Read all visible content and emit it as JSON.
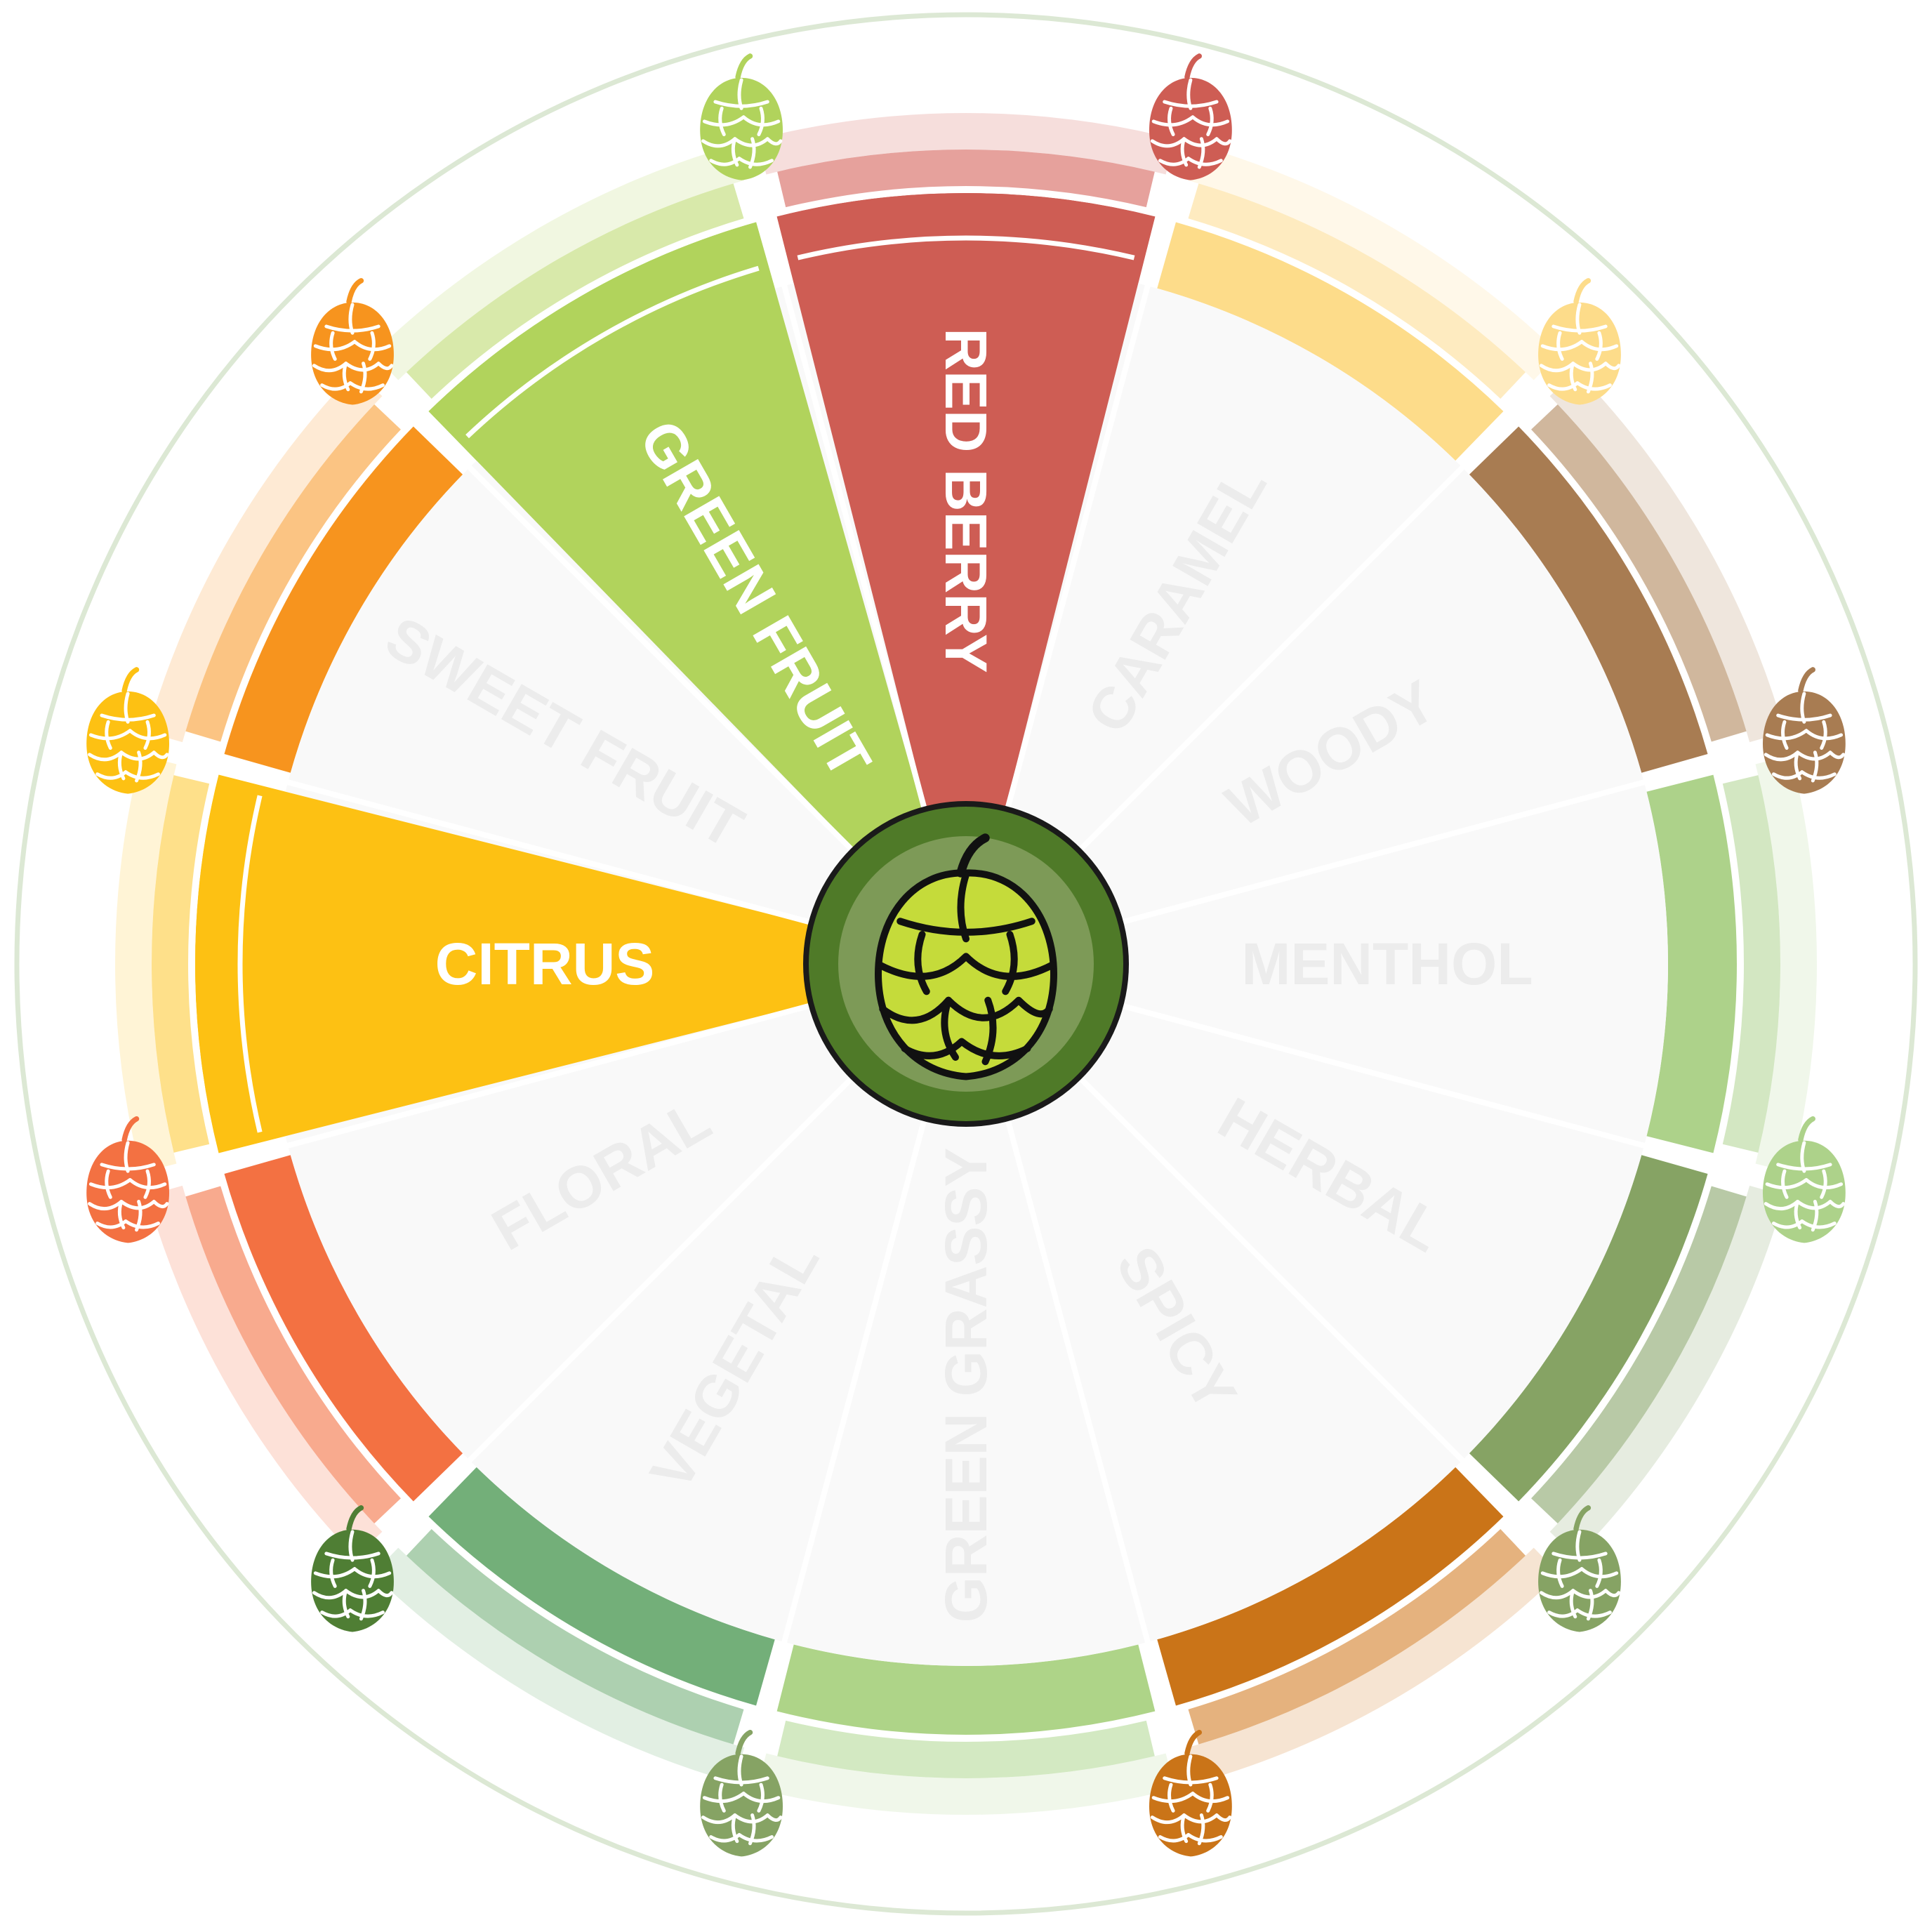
{
  "chart_data": {
    "type": "pie",
    "segments": [
      {
        "label": "CITRUS",
        "value": 1,
        "color": "#FDC113",
        "outer": "#FEE08A",
        "highlighted": true,
        "length": "short"
      },
      {
        "label": "SWEET FRUIT",
        "value": 1,
        "color": "#F7941E",
        "outer": "#FBC483",
        "highlighted": false,
        "length": "long"
      },
      {
        "label": "GREEN FRUIT",
        "value": 1,
        "color": "#B1D35C",
        "outer": "#D8E9AA",
        "highlighted": true,
        "length": "short"
      },
      {
        "label": "RED BERRY",
        "value": 1,
        "color": "#CE5D54",
        "outer": "#E6A19C",
        "highlighted": true,
        "length": "long"
      },
      {
        "label": "CARAMEL",
        "value": 1,
        "color": "#FDDC8A",
        "outer": "#FEEBC0",
        "highlighted": false,
        "length": "short"
      },
      {
        "label": "WOODY",
        "value": 1,
        "color": "#A87C52",
        "outer": "#D0B79D",
        "highlighted": false,
        "length": "short"
      },
      {
        "label": "MENTHOL",
        "value": 1,
        "color": "#ADD28A",
        "outer": "#D3E7C2",
        "highlighted": false,
        "length": "short"
      },
      {
        "label": "HERBAL",
        "value": 1,
        "color": "#86A364",
        "outer": "#B8C9A6",
        "highlighted": false,
        "length": "short"
      },
      {
        "label": "SPICY",
        "value": 1,
        "color": "#CA7418",
        "outer": "#E5B27E",
        "highlighted": false,
        "length": "short"
      },
      {
        "label": "GREEN GRASSY",
        "value": 1,
        "color": "#AED488",
        "outer": "#D3E9C2",
        "highlighted": false,
        "length": "short"
      },
      {
        "label": "VEGETAL",
        "value": 1,
        "color": "#73AF79",
        "outer": "#ADD0B0",
        "highlighted": false,
        "length": "long"
      },
      {
        "label": "FLORAL",
        "value": 1,
        "color": "#F37142",
        "outer": "#F8AA8E",
        "highlighted": false,
        "length": "short"
      }
    ],
    "hop_icon_colors": [
      "#FDC113",
      "#F7941E",
      "#B1D35C",
      "#CE5D54",
      "#FDDC8A",
      "#A87C52",
      "#ADD28A",
      "#86A364",
      "#CA7418",
      "#86A364",
      "#4F7E34",
      "#F37142"
    ],
    "center": {
      "icon": "hop-cone-icon",
      "ring_color": "#4F7A28",
      "fill_color": "#7D9A57",
      "leaf_color": "#C5DB3A"
    },
    "outer_circle_color": "#DCE8D4",
    "background_disc_color": "#F9F9F9"
  }
}
